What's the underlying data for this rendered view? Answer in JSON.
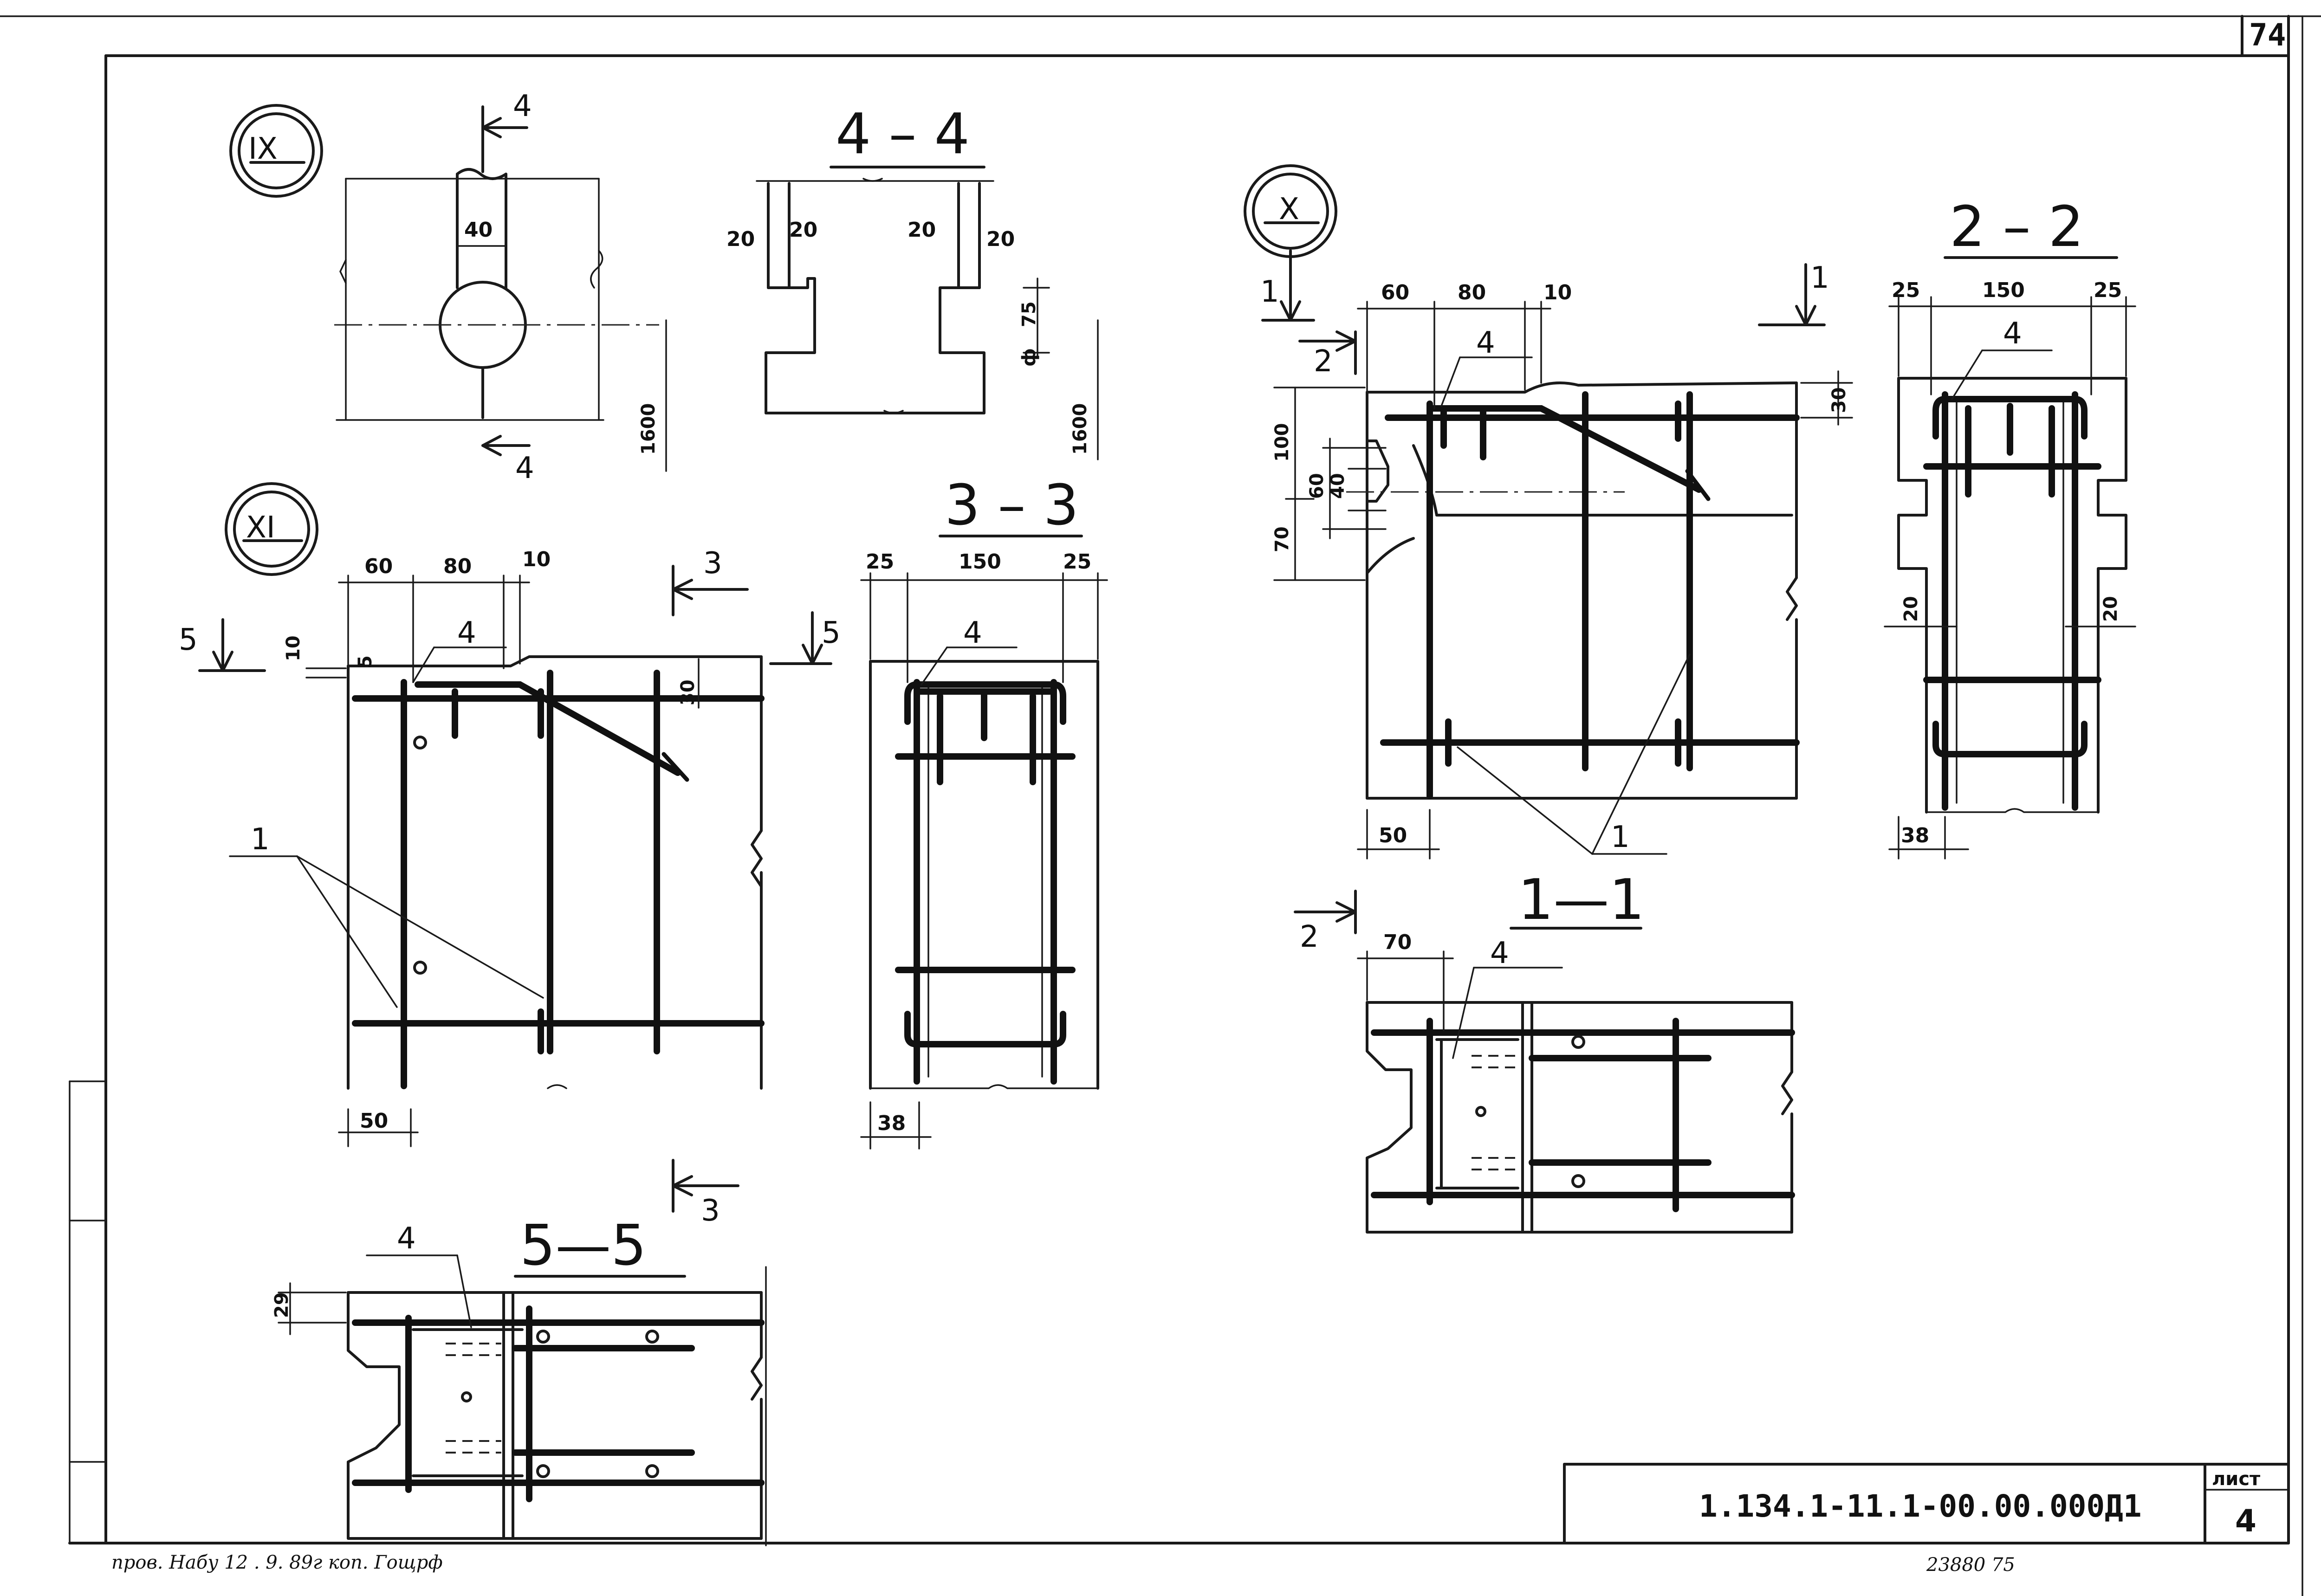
{
  "sheet": {
    "page_number": "74",
    "designation": "1.134.1-11.1-00.00.000Д1",
    "list_label": "лист",
    "list_number": "4",
    "inventory_number": "23880  75",
    "approval_note": "пров.  Набу  12 . 9. 89г   коп. Гощрф"
  },
  "callouts": {
    "ix": "IX",
    "x": "X",
    "xi": "XI"
  },
  "sections": {
    "s44": "4 – 4",
    "s33": "3 – 3",
    "s22": "2 – 2",
    "s11": "1—1",
    "s55": "5—5"
  },
  "cut_marks": {
    "c4": "4",
    "c3": "3",
    "c5": "5",
    "c1": "1",
    "c2": "2"
  },
  "leaders": {
    "pos1": "1",
    "pos4": "4"
  },
  "dims": {
    "d40": "40",
    "d1600": "1600",
    "d20": "20",
    "d75": "75",
    "dphi": "ф",
    "d60": "60",
    "d80": "80",
    "d10": "10",
    "d30": "30",
    "d5": "5",
    "d50": "50",
    "d25": "25",
    "d150": "150",
    "d38": "38",
    "d100": "100",
    "d70": "70",
    "d29": "29"
  }
}
